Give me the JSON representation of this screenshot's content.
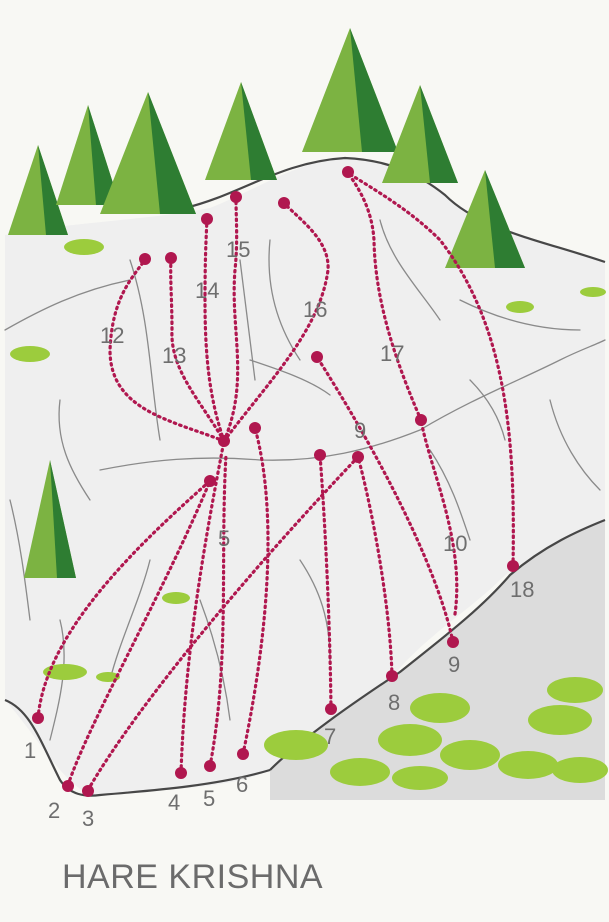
{
  "title": "HARE KRISHNA",
  "colors": {
    "route": "#b0174f",
    "rock": "#efefef",
    "rock_shadow": "#dcdcdc",
    "tree_light": "#7cb342",
    "tree_dark": "#2e7d32",
    "bush": "#9ccc3d",
    "label": "#6e6e6e"
  },
  "routes": [
    {
      "label": "1"
    },
    {
      "label": "2"
    },
    {
      "label": "3"
    },
    {
      "label": "4"
    },
    {
      "label": "5"
    },
    {
      "label": "5"
    },
    {
      "label": "6"
    },
    {
      "label": "7"
    },
    {
      "label": "8"
    },
    {
      "label": "9"
    },
    {
      "label": "9"
    },
    {
      "label": "10"
    },
    {
      "label": "12"
    },
    {
      "label": "13"
    },
    {
      "label": "14"
    },
    {
      "label": "15"
    },
    {
      "label": "16"
    },
    {
      "label": "17"
    },
    {
      "label": "18"
    }
  ]
}
